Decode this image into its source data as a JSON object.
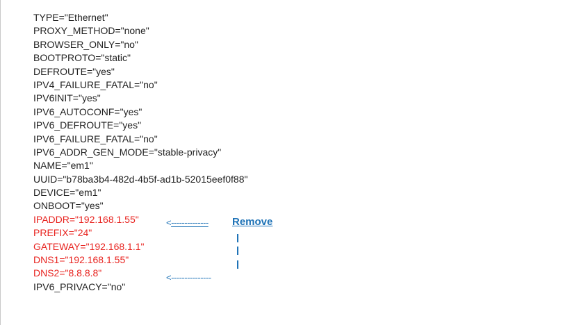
{
  "config_lines": [
    "TYPE=\"Ethernet\"",
    "PROXY_METHOD=\"none\"",
    "BROWSER_ONLY=\"no\"",
    "BOOTPROTO=\"static\"",
    "DEFROUTE=\"yes\"",
    "IPV4_FAILURE_FATAL=\"no\"",
    "IPV6INIT=\"yes\"",
    "IPV6_AUTOCONF=\"yes\"",
    "IPV6_DEFROUTE=\"yes\"",
    "IPV6_FAILURE_FATAL=\"no\"",
    "IPV6_ADDR_GEN_MODE=\"stable-privacy\"",
    "NAME=\"em1\"",
    "UUID=\"b78ba3b4-482d-4b5f-ad1b-52015eef0f88\"",
    "DEVICE=\"em1\"",
    "ONBOOT=\"yes\"",
    "IPADDR=\"192.168.1.55\"",
    "PREFIX=\"24\"",
    "GATEWAY=\"192.168.1.1\"",
    "DNS1=\"192.168.1.55\"",
    "DNS2=\"8.8.8.8\"",
    "IPV6_PRIVACY=\"no\""
  ],
  "annotation": {
    "arrow_top_head": "<",
    "arrow_top_dashes": "--------------",
    "label": "Remove",
    "arrow_bottom": "<---------------",
    "accent_color": "#1f73b7"
  },
  "colors": {
    "highlight": "#e8231f",
    "text": "#222222"
  }
}
